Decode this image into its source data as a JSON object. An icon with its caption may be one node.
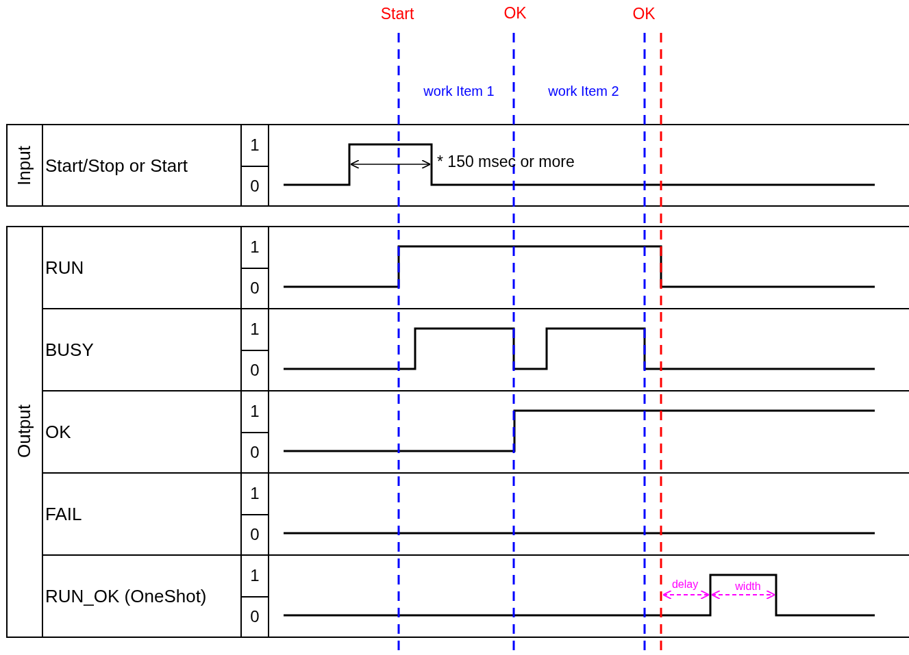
{
  "diagram": {
    "labels": [
      "Start",
      "OK",
      "OK",
      "work Item 1",
      "work Item 2",
      "Input",
      "Start/Stop or Start",
      "1",
      "* 150 msec or more",
      "0",
      "Output",
      "RUN",
      "1",
      "0",
      "BUSY",
      "1",
      "0",
      "OK",
      "1",
      "0",
      "FAIL",
      "1",
      "0",
      "RUN_OK (OneShot)",
      "1",
      "0",
      "delay",
      "width"
    ]
  }
}
